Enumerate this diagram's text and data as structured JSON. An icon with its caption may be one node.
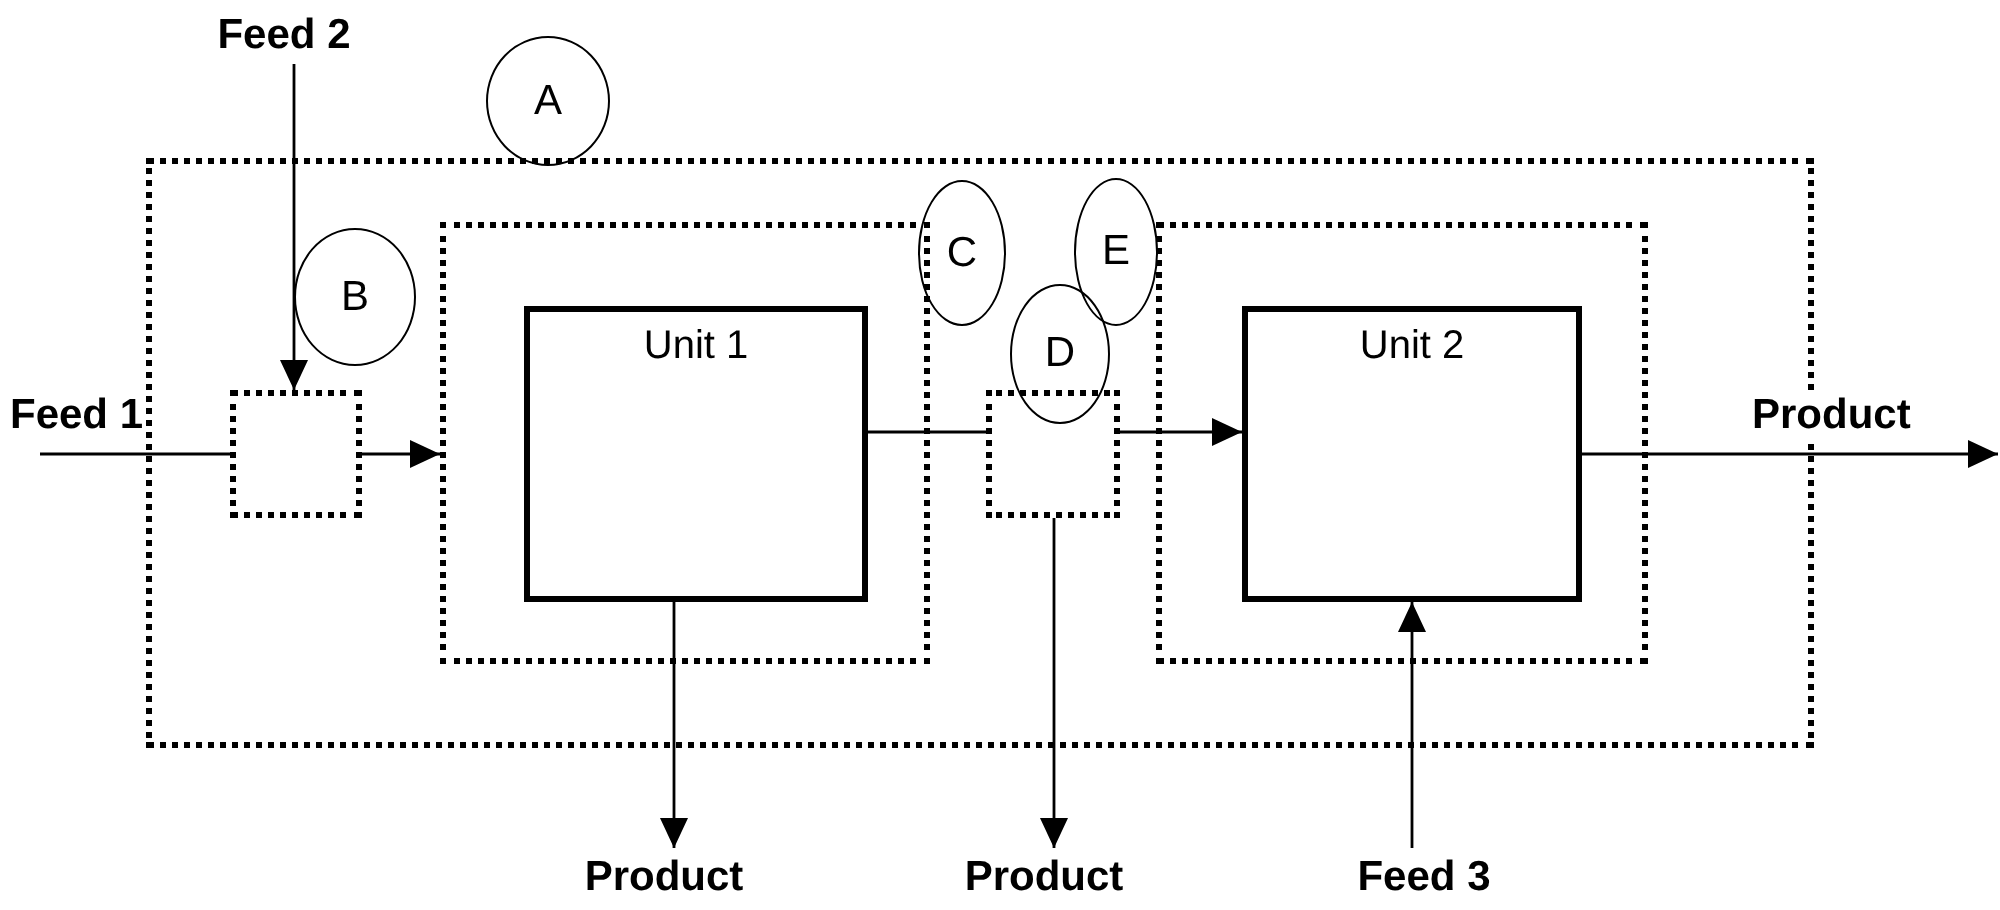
{
  "diagram": {
    "nodes": [
      {
        "text": [],
        "shape": "box"
      },
      {
        "text": [
          "A"
        ]
      },
      {
        "text": [
          "Feed 2"
        ]
      },
      {
        "text": [],
        "shape": "box",
        "in": 0
      },
      {
        "text": [
          "B"
        ],
        "in": 0
      },
      {
        "text": [],
        "shape": "box",
        "in": 0
      },
      {
        "text": [
          "Unit 1"
        ],
        "in": 5
      },
      {
        "text": [
          "C"
        ],
        "in": 0
      },
      {
        "text": [
          "E"
        ],
        "in": 0
      },
      {
        "text": [
          "D"
        ],
        "in": 0
      },
      {
        "text": [],
        "shape": "box",
        "in": 0
      },
      {
        "text": [],
        "shape": "box",
        "in": 0
      },
      {
        "text": [
          "Unit 2"
        ],
        "in": 11
      },
      {
        "text": [
          "Product"
        ]
      },
      {
        "text": [
          "Product"
        ]
      },
      {
        "text": [
          "Feed 3"
        ]
      }
    ],
    "edges": [
      {
        "from": 2,
        "to": 3,
        "arrow": "to"
      },
      {
        "from": null,
        "to": 3,
        "arrow": "none",
        "label": "Feed 1"
      },
      {
        "from": 3,
        "to": 5,
        "arrow": "to"
      },
      {
        "from": 6,
        "to": 10,
        "arrow": "none"
      },
      {
        "from": 10,
        "to": 12,
        "arrow": "to"
      },
      {
        "from": 6,
        "to": 13,
        "arrow": "to"
      },
      {
        "from": 10,
        "to": 14,
        "arrow": "to"
      },
      {
        "from": 15,
        "to": 12,
        "arrow": "to"
      },
      {
        "from": 12,
        "to": null,
        "arrow": "to",
        "label": "Product"
      }
    ]
  }
}
